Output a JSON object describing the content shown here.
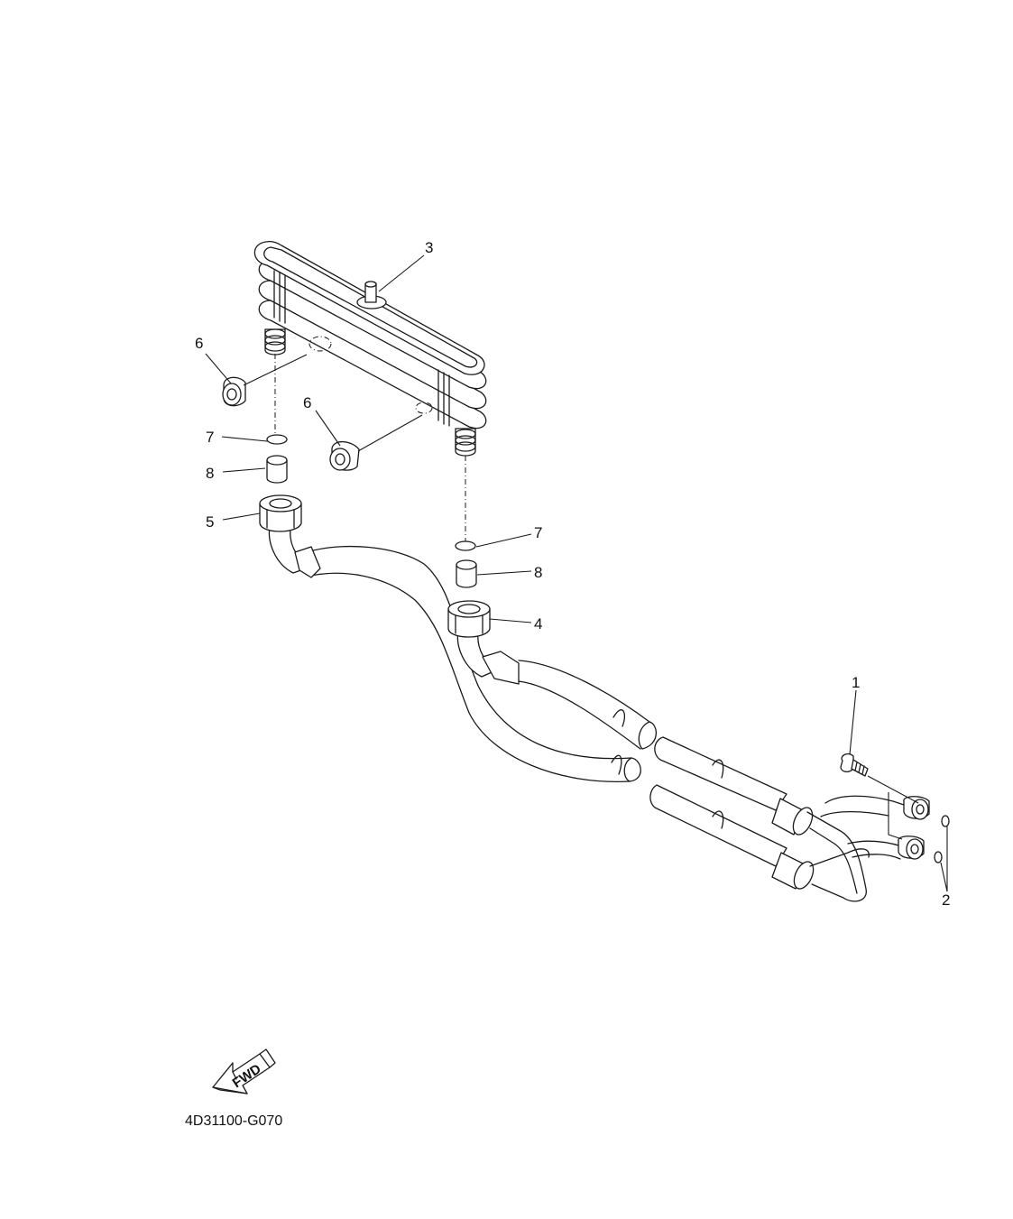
{
  "diagram": {
    "code": "4D31100-G070",
    "fwd_label": "FWD",
    "callouts": [
      "1",
      "2",
      "3",
      "4",
      "5",
      "6",
      "6",
      "7",
      "7",
      "8",
      "8"
    ]
  }
}
